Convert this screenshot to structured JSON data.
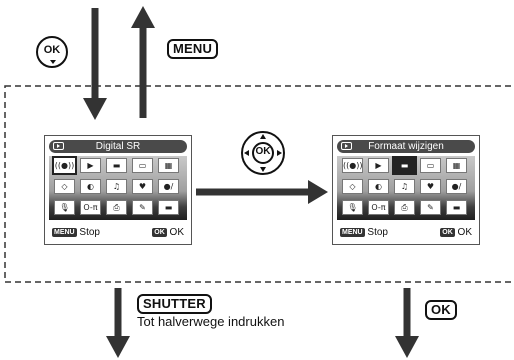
{
  "keys": {
    "menu_label": "MENU",
    "shutter_label": "SHUTTER",
    "ok_label": "OK",
    "ok_round_label": "OK",
    "dpad_label": "OK"
  },
  "caption": "Tot halverwege indrukken",
  "screens": [
    {
      "title": "Digital SR",
      "icons": [
        {
          "label": "((●))",
          "selected": true,
          "dark": false
        },
        {
          "label": "▶",
          "selected": false,
          "dark": false
        },
        {
          "label": "▬",
          "selected": false,
          "dark": false
        },
        {
          "label": "▭",
          "selected": false,
          "dark": false
        },
        {
          "label": "▦",
          "selected": false,
          "dark": false
        },
        {
          "label": "◇",
          "selected": false,
          "dark": false
        },
        {
          "label": "◐",
          "selected": false,
          "dark": false
        },
        {
          "label": "♫",
          "selected": false,
          "dark": false
        },
        {
          "label": "♥",
          "selected": false,
          "dark": false
        },
        {
          "label": "●/",
          "selected": false,
          "dark": false
        },
        {
          "label": "🎙",
          "selected": false,
          "dark": false
        },
        {
          "label": "O-π",
          "selected": false,
          "dark": false
        },
        {
          "label": "⎙",
          "selected": false,
          "dark": false
        },
        {
          "label": "✎",
          "selected": false,
          "dark": false
        },
        {
          "label": "▬",
          "selected": false,
          "dark": false
        }
      ],
      "menu_key": "MENU",
      "stop_label": "Stop",
      "ok_key": "OK",
      "ok_label": "OK"
    },
    {
      "title": "Formaat wijzigen",
      "icons": [
        {
          "label": "((●))",
          "selected": false,
          "dark": false
        },
        {
          "label": "▶",
          "selected": false,
          "dark": false
        },
        {
          "label": "▬",
          "selected": true,
          "dark": true
        },
        {
          "label": "▭",
          "selected": false,
          "dark": false
        },
        {
          "label": "▦",
          "selected": false,
          "dark": false
        },
        {
          "label": "◇",
          "selected": false,
          "dark": false
        },
        {
          "label": "◐",
          "selected": false,
          "dark": false
        },
        {
          "label": "♫",
          "selected": false,
          "dark": false
        },
        {
          "label": "♥",
          "selected": false,
          "dark": false
        },
        {
          "label": "●/",
          "selected": false,
          "dark": false
        },
        {
          "label": "🎙",
          "selected": false,
          "dark": false
        },
        {
          "label": "O-π",
          "selected": false,
          "dark": false
        },
        {
          "label": "⎙",
          "selected": false,
          "dark": false
        },
        {
          "label": "✎",
          "selected": false,
          "dark": false
        },
        {
          "label": "▬",
          "selected": false,
          "dark": false
        }
      ],
      "menu_key": "MENU",
      "stop_label": "Stop",
      "ok_key": "OK",
      "ok_label": "OK"
    }
  ]
}
